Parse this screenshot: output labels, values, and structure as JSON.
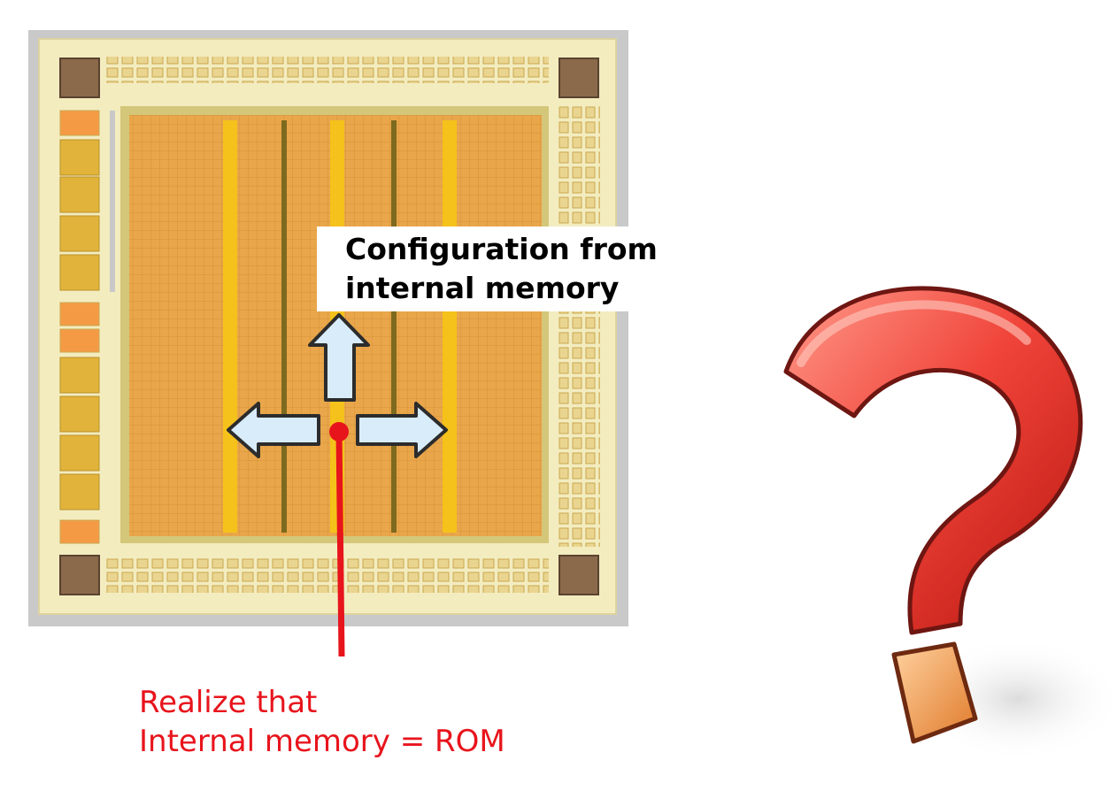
{
  "label": {
    "line1": "Configuration from",
    "line2": "internal memory"
  },
  "caption": {
    "line1": "Realize that",
    "line2": "Internal memory = ROM"
  },
  "colors": {
    "chip_frame": "#c9c9c9",
    "chip_bezel": "#f3ecbf",
    "core_fill": "#e9a64a",
    "core_border": "#d4c77a",
    "yellow_stripe": "#f4c21a",
    "dark_stripe": "#7d6a1e",
    "arrow_fill": "#d9ecfa",
    "caption_red": "#e8141c",
    "question_mark": "#e8332a",
    "question_dot": "#f2a04a"
  },
  "icons": {
    "fpga_chip": "fpga-chip-icon",
    "question_mark": "question-mark-icon"
  }
}
